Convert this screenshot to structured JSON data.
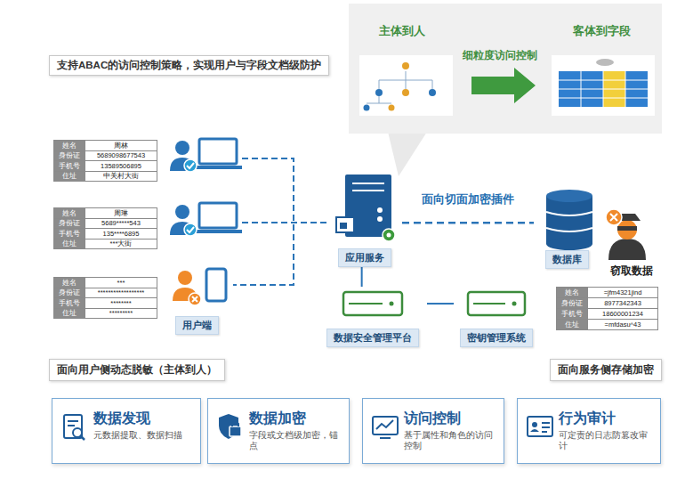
{
  "diagram": {
    "nodes": [
      {
        "text": [
          "支持ABAC的访问控制策略，实现用户与字段文档级防护"
        ]
      },
      {
        "text": [
          "主体到人",
          "细粒度访问控制",
          "客体到字段"
        ]
      },
      {
        "text": [
          "应用服务"
        ]
      },
      {
        "text": [
          "数据库"
        ]
      },
      {
        "text": [
          "用户端"
        ]
      },
      {
        "text": [
          "数据安全管理平台"
        ]
      },
      {
        "text": [
          "密钥管理系统"
        ]
      },
      {
        "text": [
          "面向用户侧动态脱敏（主体到人）"
        ]
      },
      {
        "text": [
          "面向服务侧存储加密"
        ]
      },
      {
        "text": [
          "数据发现",
          "元数据提取、数据扫描"
        ]
      },
      {
        "text": [
          "数据加密",
          "字段或文档级加密，锚点"
        ]
      },
      {
        "text": [
          "访问控制",
          "基于属性和角色的访问控制"
        ]
      },
      {
        "text": [
          "行为审计",
          "可定责的日志防篡改审计"
        ]
      }
    ],
    "edges": [
      {
        "from": 2,
        "to": 3,
        "label": "面向切面加密插件",
        "arrow": "none"
      },
      {
        "from": 2,
        "to": 5,
        "arrow": "none"
      },
      {
        "from": 5,
        "to": 6,
        "arrow": "none"
      }
    ],
    "labels": [
      "姓名",
      "周林",
      "身份证",
      "5689098677543",
      "手机号",
      "13589506895",
      "住址",
      "中关村大街",
      "姓名",
      "周琳",
      "身份证",
      "5689*****543",
      "手机号",
      "135****6895",
      "住址",
      "***大街",
      "姓名",
      "***",
      "身份证",
      "******************",
      "手机号",
      "********",
      "住址",
      "*********",
      "窃取数据",
      "姓名",
      "=jfm4321jind",
      "身份证",
      "8977342343",
      "手机号",
      "18600001234",
      "住址",
      "=mfdasu^43"
    ]
  }
}
